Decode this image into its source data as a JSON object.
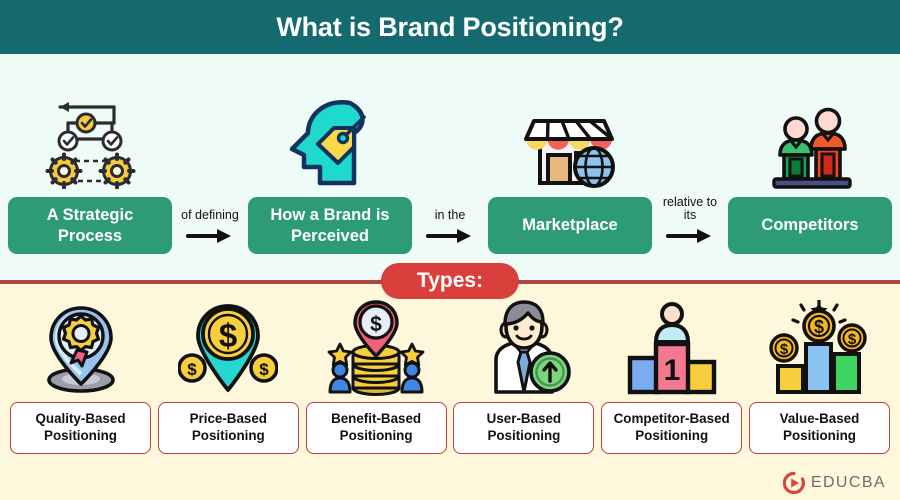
{
  "header": {
    "title": "What is Brand Positioning?"
  },
  "flow": {
    "nodes": [
      {
        "label": "A Strategic Process",
        "icon": "flowchart-gears-icon"
      },
      {
        "label": "How a Brand is Perceived",
        "icon": "head-tag-icon"
      },
      {
        "label": "Marketplace",
        "icon": "shop-globe-icon"
      },
      {
        "label": "Competitors",
        "icon": "podium-people-icon"
      }
    ],
    "connectors": [
      {
        "label": "of defining",
        "icon": "arrow-right-icon"
      },
      {
        "label": "in the",
        "icon": "arrow-right-icon"
      },
      {
        "label": "relative to its",
        "icon": "arrow-right-icon"
      }
    ]
  },
  "types_banner": {
    "label": "Types:"
  },
  "types": {
    "items": [
      {
        "label": "Quality-Based Positioning",
        "icon": "pin-award-icon"
      },
      {
        "label": "Price-Based Positioning",
        "icon": "pin-dollar-icon"
      },
      {
        "label": "Benefit-Based Positioning",
        "icon": "coins-people-star-icon"
      },
      {
        "label": "User-Based Positioning",
        "icon": "user-uparrow-icon"
      },
      {
        "label": "Competitor-Based Positioning",
        "icon": "winner-podium-icon"
      },
      {
        "label": "Value-Based Positioning",
        "icon": "bar-chart-coins-icon"
      }
    ]
  },
  "logo": {
    "text": "EDUCBA",
    "icon": "educba-play-circle-icon"
  },
  "colors": {
    "header_bg": "#146a6e",
    "top_bg": "#eefbf7",
    "bottom_bg": "#fdf7dc",
    "flow_box": "#2e9b78",
    "types_badge": "#d93f3b",
    "divider": "#a8493f",
    "card_border": "#b8433c"
  }
}
